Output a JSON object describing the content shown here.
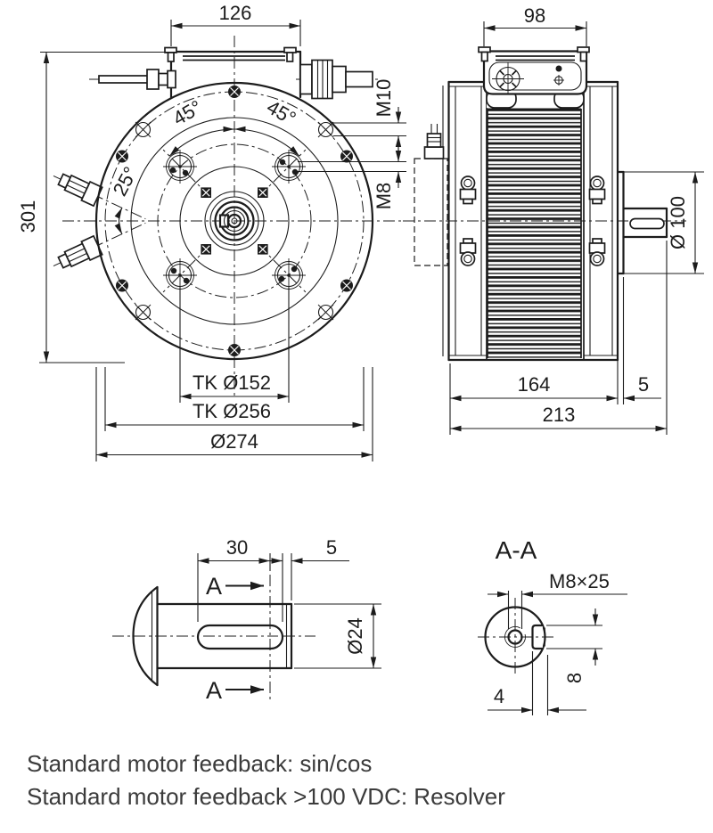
{
  "front_view": {
    "dim_terminal_box_width": "126",
    "dim_overall_height": "301",
    "dim_angle_left": "45°",
    "dim_angle_right": "45°",
    "dim_plug_angle": "25°",
    "thread_label_outer": "M10",
    "thread_label_inner": "M8",
    "dim_pitch_circle_inner": "TK Ø152",
    "dim_pitch_circle_outer": "TK Ø256",
    "dim_flange_diameter": "Ø274"
  },
  "side_view": {
    "dim_terminal_box_depth": "98",
    "dim_boss_diameter": "Ø 100",
    "dim_housing_length": "164",
    "dim_boss_depth": "5",
    "dim_total_length": "213"
  },
  "shaft_detail": {
    "dim_keyway_length": "30",
    "dim_key_end_distance": "5",
    "dim_shaft_diameter": "Ø24",
    "section_marker_top": "A",
    "section_marker_bottom": "A"
  },
  "section_aa": {
    "title": "A-A",
    "dim_center_thread": "M8×25",
    "dim_keyway_width": "8",
    "dim_keyway_depth": "4"
  },
  "notes": {
    "line1": "Standard motor feedback: sin/cos",
    "line2": "Standard motor feedback >100 VDC: Resolver"
  }
}
